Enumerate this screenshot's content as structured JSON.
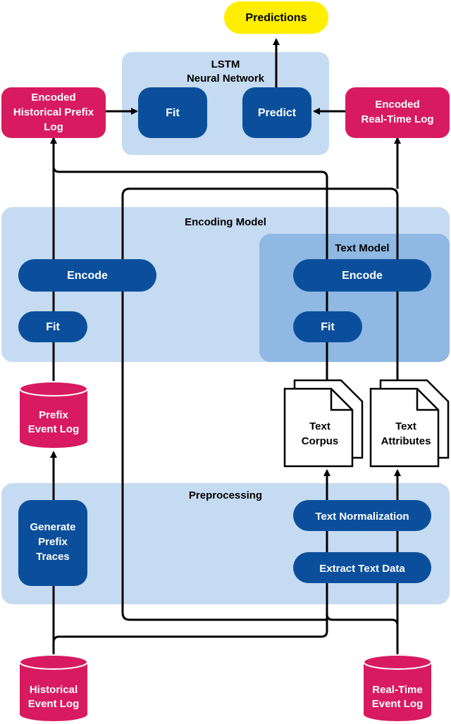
{
  "colors": {
    "panel": "#c5dbf1",
    "inner_panel": "#8fb8e3",
    "node": "#0b4f9c",
    "data": "#d81b60",
    "output": "#ffee00",
    "line": "#000000"
  },
  "output": {
    "predictions": "Predictions"
  },
  "lstm": {
    "title_1": "LSTM",
    "title_2": "Neural Network",
    "fit": "Fit",
    "predict": "Predict"
  },
  "encoded_historical": {
    "line1": "Encoded",
    "line2": "Historical Prefix",
    "line3": "Log"
  },
  "encoded_realtime": {
    "line1": "Encoded",
    "line2": "Real-Time Log"
  },
  "encoding_model": {
    "title": "Encoding Model",
    "encode": "Encode",
    "fit": "Fit"
  },
  "text_model": {
    "title": "Text Model",
    "encode": "Encode",
    "fit": "Fit"
  },
  "prefix_log": {
    "line1": "Prefix",
    "line2": "Event Log"
  },
  "text_corpus": {
    "line1": "Text",
    "line2": "Corpus"
  },
  "text_attributes": {
    "line1": "Text",
    "line2": "Attributes"
  },
  "preprocessing": {
    "title": "Preprocessing",
    "generate_1": "Generate",
    "generate_2": "Prefix",
    "generate_3": "Traces",
    "normalize": "Text Normalization",
    "extract": "Extract Text Data"
  },
  "historical_log": {
    "line1": "Historical",
    "line2": "Event Log"
  },
  "realtime_log": {
    "line1": "Real-Time",
    "line2": "Event Log"
  }
}
